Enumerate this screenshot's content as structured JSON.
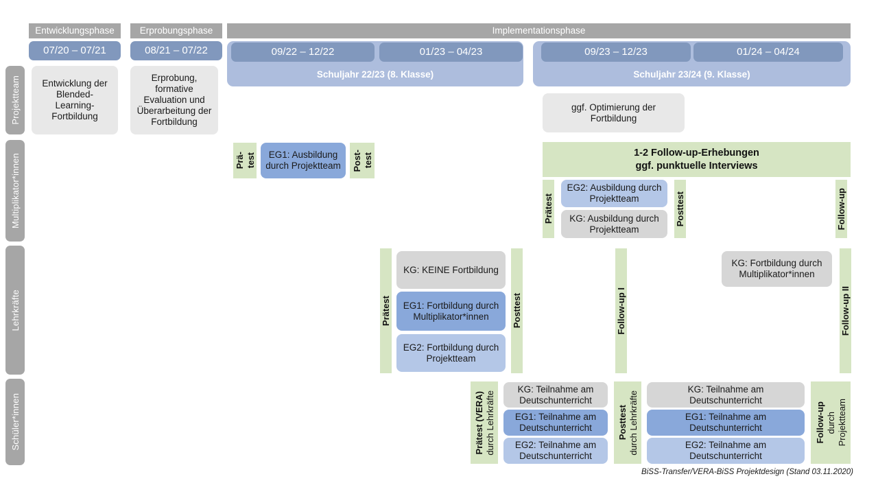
{
  "header": {
    "phases": [
      {
        "label": "Entwicklungsphase"
      },
      {
        "label": "Erprobungsphase"
      },
      {
        "label": "Implementationsphase"
      }
    ],
    "dates": [
      {
        "label": "07/20 – 07/21"
      },
      {
        "label": "08/21 – 07/22"
      },
      {
        "label": "09/22 – 12/22"
      },
      {
        "label": "01/23 – 04/23"
      },
      {
        "label": "09/23 – 12/23"
      },
      {
        "label": "01/24 – 04/24"
      }
    ],
    "schuljahre": [
      {
        "label": "Schuljahr 22/23 (8. Klasse)"
      },
      {
        "label": "Schuljahr 23/24 (9. Klasse)"
      }
    ]
  },
  "rows": {
    "projektteam": {
      "label": "Projektteam",
      "cards": [
        {
          "text": "Entwicklung der Blended-Learning-Fortbildung"
        },
        {
          "text": "Erprobung, formative Evaluation und Überarbeitung der Fortbildung"
        },
        {
          "text": "ggf. Optimierung der Fortbildung"
        }
      ]
    },
    "multiplikatorinnen": {
      "label": "Multiplikator*innen",
      "pretest_1": {
        "line1": "Prä-",
        "line2": "test"
      },
      "posttest_1": {
        "line1": "Post-",
        "line2": "test"
      },
      "card_eg1": {
        "text": "EG1: Ausbildung durch Projektteam"
      },
      "followup_banner": {
        "line1": "1-2 Follow-up-Erhebungen",
        "line2": "ggf. punktuelle Interviews"
      },
      "pretest_2": {
        "label": "Prätest"
      },
      "posttest_2": {
        "label": "Posttest"
      },
      "followup": {
        "label": "Follow-up"
      },
      "card_eg2": {
        "text": "EG2: Ausbildung durch Projektteam"
      },
      "card_kg": {
        "text": "KG: Ausbildung durch Projektteam"
      }
    },
    "lehrkraefte": {
      "label": "Lehrkräfte",
      "pretest": {
        "label": "Prätest"
      },
      "posttest": {
        "label": "Posttest"
      },
      "followup_1": {
        "label": "Follow-up I"
      },
      "followup_2": {
        "label": "Follow-up II"
      },
      "card_kg": {
        "text": "KG:  KEINE Fortbildung"
      },
      "card_eg1": {
        "text": "EG1: Fortbildung durch Multiplikator*innen"
      },
      "card_eg2": {
        "text": "EG2: Fortbildung durch Projektteam"
      },
      "card_kg_right": {
        "text": "KG: Fortbildung durch Multiplikator*innen"
      }
    },
    "schuelerinnen": {
      "label": "Schüler*innen",
      "pretest": {
        "bold": "Prätest (VERA)",
        "regular": "durch Lehrkräfte"
      },
      "posttest": {
        "bold": "Posttest",
        "regular": "durch Lehrkräfte"
      },
      "followup": {
        "bold": "Follow-up",
        "regular1": "durch",
        "regular2": "Projektteam"
      },
      "left_cards": [
        {
          "text": "KG: Teilnahme am Deutschunterricht"
        },
        {
          "text": "EG1: Teilnahme am Deutschunterricht"
        },
        {
          "text": "EG2: Teilnahme am Deutschunterricht"
        }
      ],
      "right_cards": [
        {
          "text": "KG: Teilnahme am Deutschunterricht"
        },
        {
          "text": "EG1: Teilnahme am Deutschunterricht"
        },
        {
          "text": "EG2: Teilnahme am Deutschunterricht"
        }
      ]
    }
  },
  "footer": {
    "text": "BiSS-Transfer/VERA-BiSS Projektdesign (Stand 03.11.2020)"
  },
  "colors": {
    "grey_header": "#a6a6a6",
    "date_blue": "#8198bd",
    "schuljahr_blue": "#adbddd",
    "green": "#d6e5c3",
    "card_grey": "#e8e8e8",
    "eg1_blue": "#89a8da",
    "eg2_blue": "#b4c7e7"
  }
}
